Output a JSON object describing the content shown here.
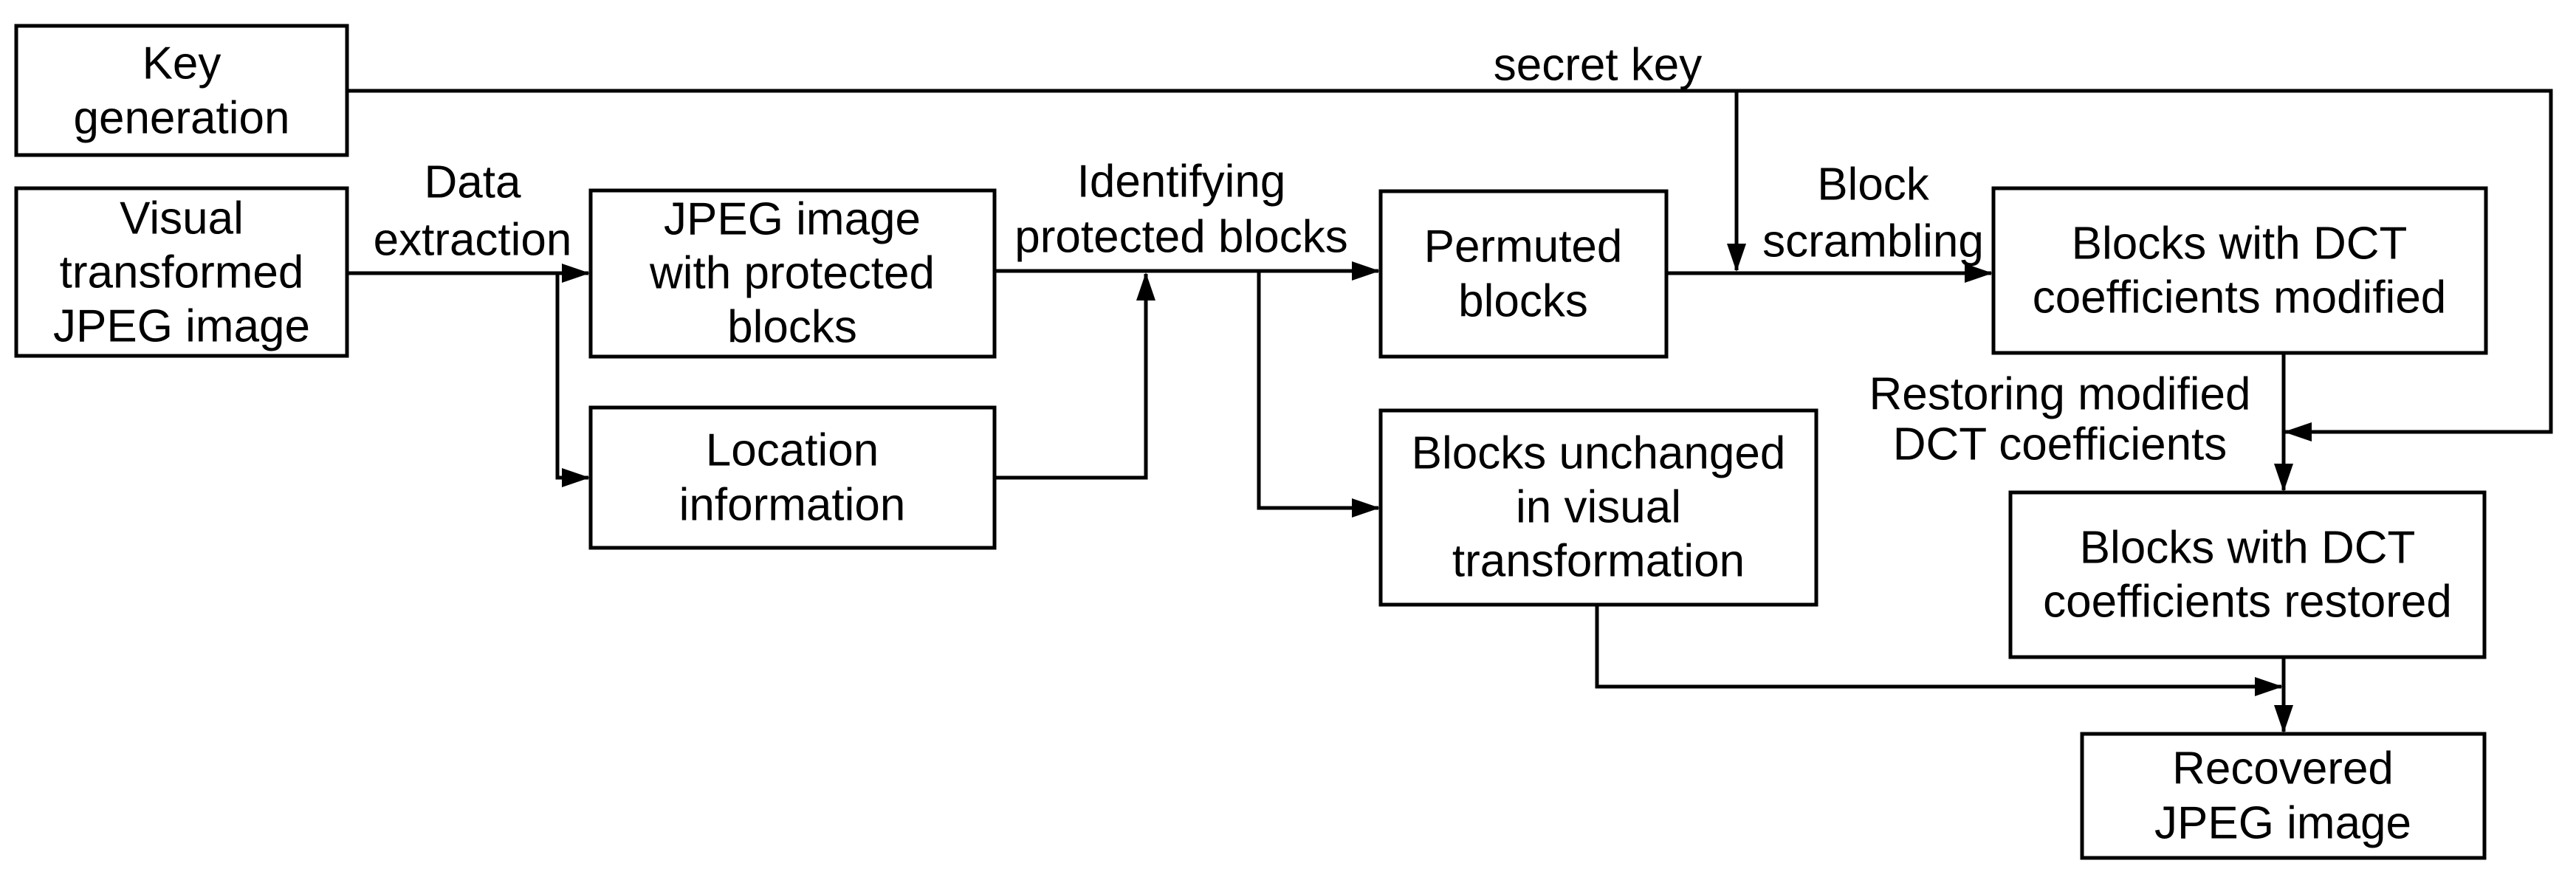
{
  "diagram": {
    "description": "Flow diagram of recovering a JPEG image from a visual transformed JPEG image",
    "colors": {
      "background": "#ffffff",
      "stroke": "#000000",
      "text": "#000000"
    },
    "nodes": {
      "key_generation": {
        "lines": [
          "Key",
          "generation"
        ]
      },
      "visual_transformed": {
        "lines": [
          "Visual",
          "transformed",
          "JPEG image"
        ]
      },
      "jpeg_protected": {
        "lines": [
          "JPEG image",
          "with protected",
          "blocks"
        ]
      },
      "location_information": {
        "lines": [
          "Location",
          "information"
        ]
      },
      "permuted_blocks": {
        "lines": [
          "Permuted",
          "blocks"
        ]
      },
      "blocks_unchanged": {
        "lines": [
          "Blocks unchanged",
          "in visual",
          "transformation"
        ]
      },
      "dct_modified": {
        "lines": [
          "Blocks with DCT",
          "coefficients modified"
        ]
      },
      "dct_restored": {
        "lines": [
          "Blocks with DCT",
          "coefficients restored"
        ]
      },
      "recovered_jpeg": {
        "lines": [
          "Recovered",
          "JPEG image"
        ]
      }
    },
    "edge_labels": {
      "secret_key": {
        "lines": [
          "secret key"
        ]
      },
      "data_extraction": {
        "lines": [
          "Data",
          "extraction"
        ]
      },
      "identifying": {
        "lines": [
          "Identifying",
          "protected blocks"
        ]
      },
      "block_scrambling": {
        "lines": [
          "Block",
          "scrambling"
        ]
      },
      "restoring": {
        "lines": [
          "Restoring modified",
          "DCT coefficients"
        ]
      }
    }
  }
}
